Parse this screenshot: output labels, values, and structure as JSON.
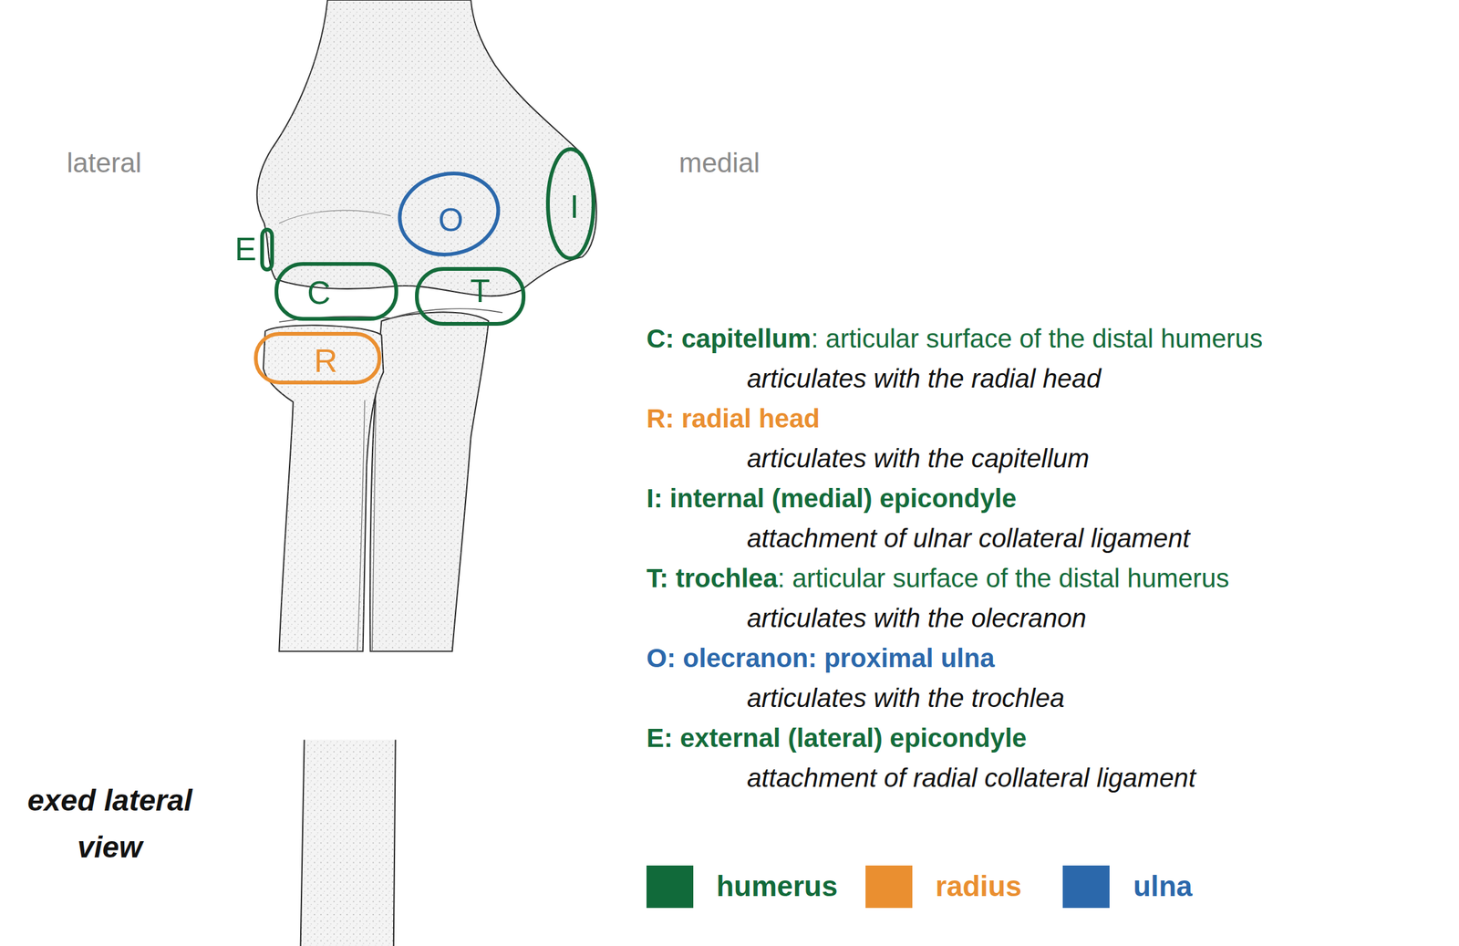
{
  "diagram": {
    "nodes": [
      {
        "text": [
          "O"
        ]
      },
      {
        "text": [
          "I"
        ]
      },
      {
        "text": [
          "E"
        ]
      },
      {
        "text": [
          "C"
        ]
      },
      {
        "text": [
          "T"
        ]
      },
      {
        "text": [
          "R"
        ]
      }
    ],
    "labels": [
      "lateral",
      "medial",
      "exed lateral view",
      "C: capitellum",
      ": articular surface of the distal humerus",
      "articulates with the radial head",
      "R: radial head",
      "articulates with the capitellum",
      "I: internal (medial) epicondyle",
      "attachment of ulnar collateral ligament",
      "T: trochlea",
      ": articular surface of the distal humerus",
      "articulates with the olecranon",
      "O: olecranon: proximal ulna",
      "articulates with the trochlea",
      "E: external (lateral) epicondyle",
      "attachment of radial collateral ligament"
    ],
    "legend": [
      {
        "text": "humerus",
        "color": "#116a3a"
      },
      {
        "text": "radius",
        "color": "#ea8f30"
      },
      {
        "text": "ulna",
        "color": "#2b68ab"
      }
    ]
  }
}
